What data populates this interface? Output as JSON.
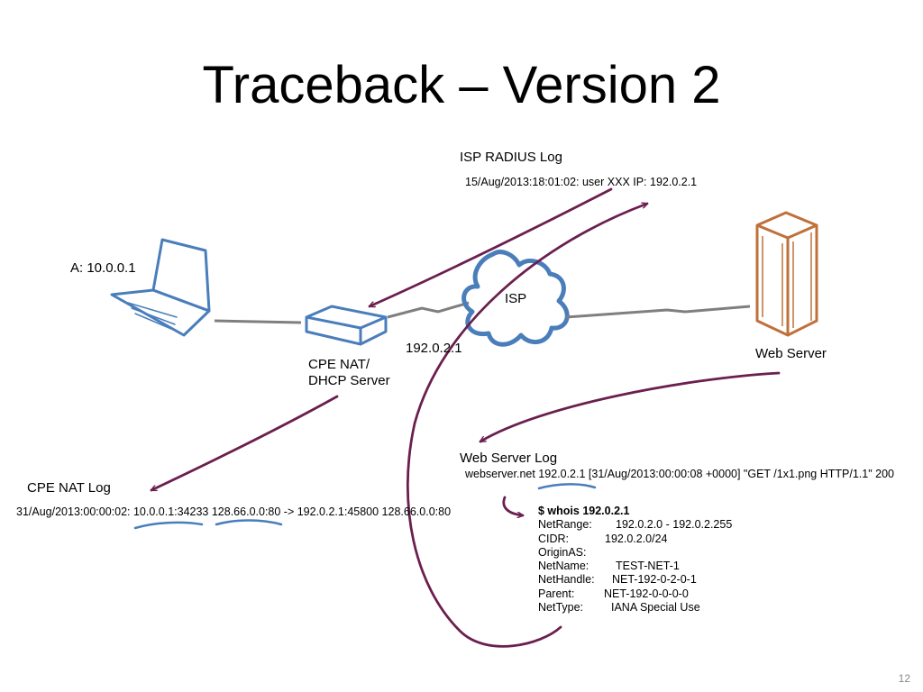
{
  "slide": {
    "title": "Traceback – Version 2",
    "page_number": "12"
  },
  "nodes": {
    "laptop_label": "A: 10.0.0.1",
    "cpe_label_line1": "CPE NAT/",
    "cpe_label_line2": "DHCP Server",
    "isp_label": "ISP",
    "isp_ip": "192.0.2.1",
    "webserver_label": "Web Server"
  },
  "logs": {
    "radius": {
      "title": "ISP RADIUS Log",
      "entry": "15/Aug/2013:18:01:02: user XXX IP: 192.0.2.1"
    },
    "webserver": {
      "title": "Web Server Log",
      "entry": "webserver.net 192.0.2.1 [31/Aug/2013:00:00:08 +0000] \"GET /1x1.png HTTP/1.1\" 200"
    },
    "cpe_nat": {
      "title": "CPE NAT Log",
      "entry": "31/Aug/2013:00:00:02: 10.0.0.1:34233 128.66.0.0:80 -> 192.0.2.1:45800 128.66.0.0:80"
    }
  },
  "whois": {
    "command": "$ whois 192.0.2.1",
    "rows": [
      {
        "key": "NetRange:",
        "value": "192.0.2.0 - 192.0.2.255"
      },
      {
        "key": "CIDR:",
        "value": "192.0.2.0/24"
      },
      {
        "key": "OriginAS:",
        "value": ""
      },
      {
        "key": "NetName:",
        "value": "TEST-NET-1"
      },
      {
        "key": "NetHandle:",
        "value": "NET-192-0-2-0-1"
      },
      {
        "key": "Parent:",
        "value": "NET-192-0-0-0-0"
      },
      {
        "key": "NetType:",
        "value": "IANA Special Use"
      }
    ]
  },
  "colors": {
    "laptop": "#4a7ebb",
    "router": "#4a7ebb",
    "cloud": "#4a7ebb",
    "server": "#c0703a",
    "link": "#7f7f7f",
    "arrow": "#6b1f4f",
    "underline": "#4a7ebb"
  }
}
